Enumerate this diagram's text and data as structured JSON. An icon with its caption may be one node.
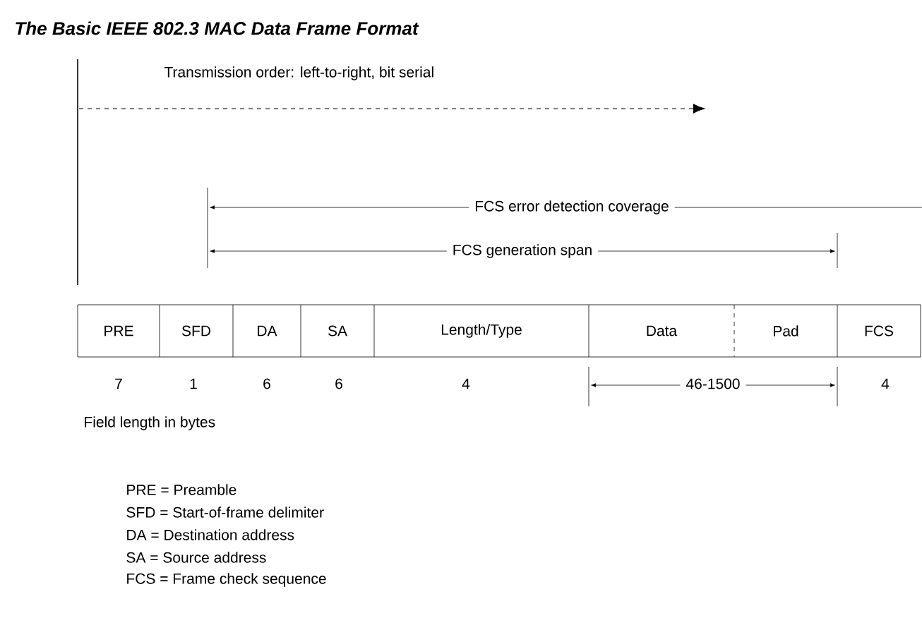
{
  "diagram": {
    "title": "The Basic IEEE 802.3 MAC Data Frame Format",
    "nodes": [
      {
        "text": [
          "PRE"
        ]
      },
      {
        "text": [
          "SFD"
        ]
      },
      {
        "text": [
          "DA"
        ]
      },
      {
        "text": [
          "SA"
        ]
      },
      {
        "text": [
          "Length/Type"
        ]
      },
      {
        "text": [
          "Data"
        ]
      },
      {
        "text": [
          "Pad"
        ]
      },
      {
        "text": [
          "FCS"
        ]
      }
    ],
    "labels": [
      "Transmission order: left-to-right, bit serial",
      "FCS error detection coverage",
      "FCS generation span",
      "7",
      "1",
      "6",
      "6",
      "4",
      "46-1500",
      "4",
      "Field length in bytes",
      "PRE = Preamble",
      "SFD = Start-of-frame delimiter",
      "DA = Destination address",
      "SA = Source address",
      "FCS = Frame check sequence"
    ]
  }
}
